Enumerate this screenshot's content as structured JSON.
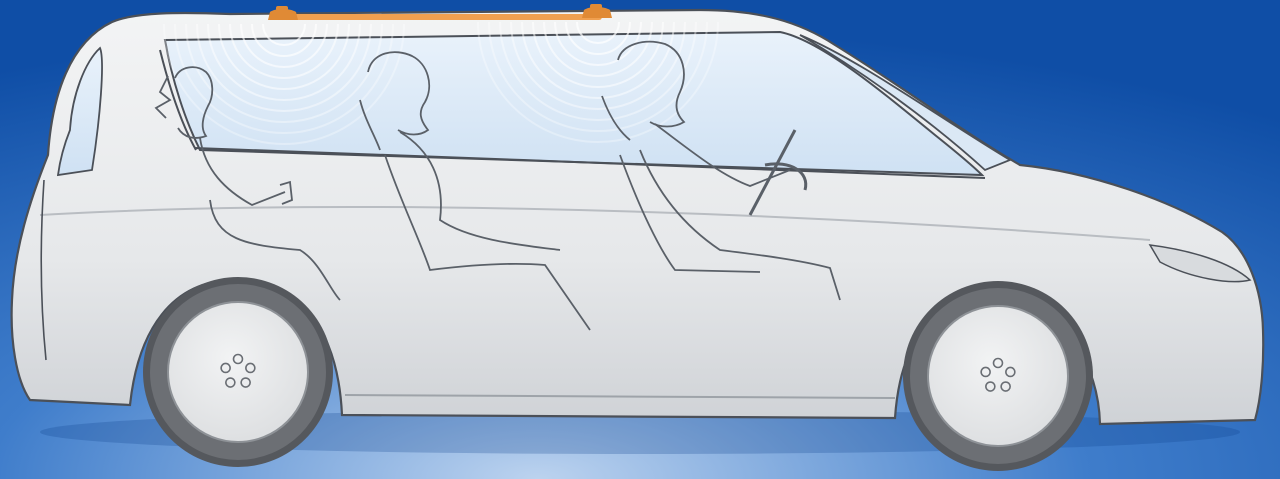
{
  "illustration": {
    "subject": "minivan",
    "occupants": [
      "rear-passenger",
      "middle-passenger",
      "driver"
    ],
    "roof_device_count": 2,
    "colors": {
      "background_light": "#bcd3ef",
      "background_mid": "#3f7dcb",
      "background_dark": "#0f4ea6",
      "vehicle_body": "#e6e8ea",
      "vehicle_outline": "#4b5058",
      "window_glass": "#cfe1f3",
      "roof_rail": "#f0a050",
      "roof_device": "#e08a35",
      "tire": "#6c6f74",
      "rim": "#dcdee0",
      "signal_waves": "#ffffff"
    }
  }
}
